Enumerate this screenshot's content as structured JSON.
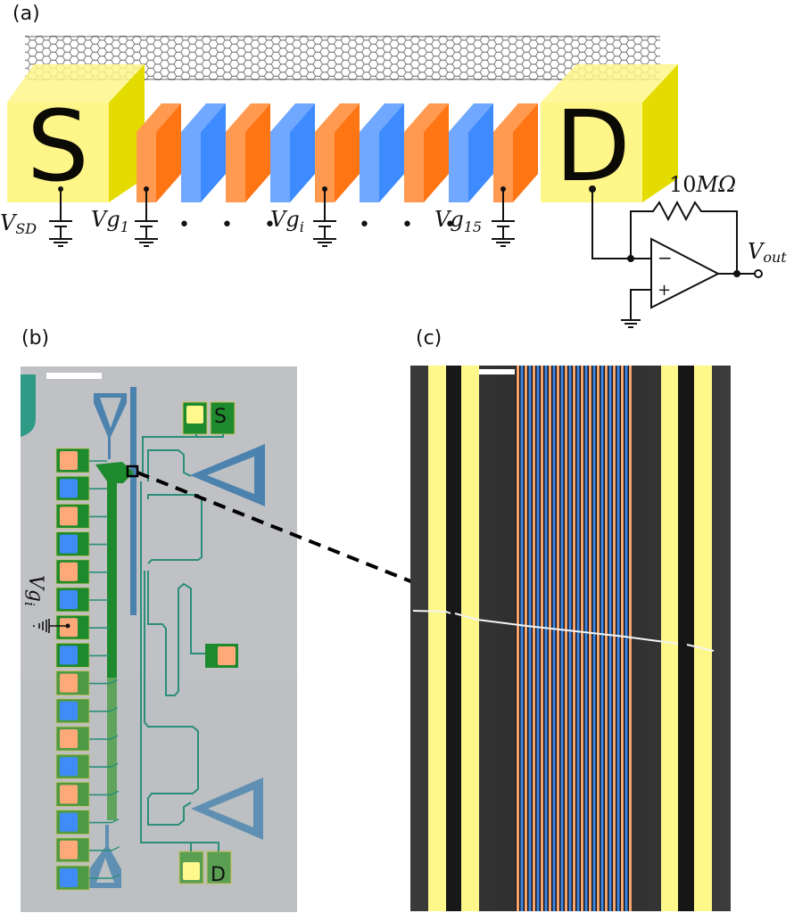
{
  "figure": {
    "panels": {
      "a": {
        "label": "(a)",
        "source_letter": "S",
        "drain_letter": "D",
        "vsd": {
          "main": "V",
          "sub": "SD"
        },
        "vg1": {
          "main": "Vg",
          "sub": "1"
        },
        "vgi": {
          "main": "Vg",
          "sub": "i"
        },
        "vg15": {
          "main": "Vg",
          "sub": "15"
        },
        "ellipsis": "• • •",
        "resistor_label": "10MΩ",
        "resistor_value": "10",
        "resistor_unit": "MΩ",
        "vout": {
          "main": "V",
          "sub": "out"
        },
        "opamp_minus": "−",
        "opamp_plus": "+",
        "gate_sequence": [
          "orange",
          "blue",
          "orange",
          "blue",
          "orange",
          "blue",
          "orange",
          "blue",
          "orange"
        ]
      },
      "b": {
        "label": "(b)",
        "source_pad_label": "S",
        "drain_pad_label": "D",
        "gate_label": {
          "main": "Vg",
          "sub": "i"
        },
        "gate_pad_sequence": [
          "orange",
          "blue",
          "orange",
          "blue",
          "orange",
          "blue",
          "orange",
          "blue",
          "orange",
          "blue",
          "orange",
          "blue",
          "orange",
          "blue",
          "orange",
          "blue"
        ]
      },
      "c": {
        "label": "(c)",
        "stripe_sequence": [
          "orange",
          "blue",
          "orange",
          "blue",
          "orange",
          "blue",
          "orange",
          "blue",
          "orange",
          "blue",
          "orange",
          "blue",
          "orange",
          "blue",
          "orange",
          "blue",
          "orange",
          "blue",
          "orange",
          "blue",
          "orange",
          "blue",
          "orange",
          "blue",
          "orange",
          "blue",
          "orange",
          "blue",
          "orange"
        ]
      }
    },
    "colors": {
      "yellow_front": "#fff68a",
      "yellow_side": "#e4dc00",
      "orange_front": "#ff9a50",
      "orange_side": "#ff7413",
      "blue_front": "#70a8ff",
      "blue_side": "#3d8bff",
      "pad_orange": "#ffa878",
      "pad_blue": "#3f8cf8",
      "pad_yellow": "#fff88c",
      "chip_bg": "#b8bcbe",
      "chip_green": "#1e8a2e",
      "chip_metal_blue": "#4b82ae",
      "sem_dark": "#2b2b2b",
      "stripe_orange": "#f7a46f",
      "stripe_blue": "#3d86e6",
      "stripe_yellow": "#fef88a"
    }
  }
}
